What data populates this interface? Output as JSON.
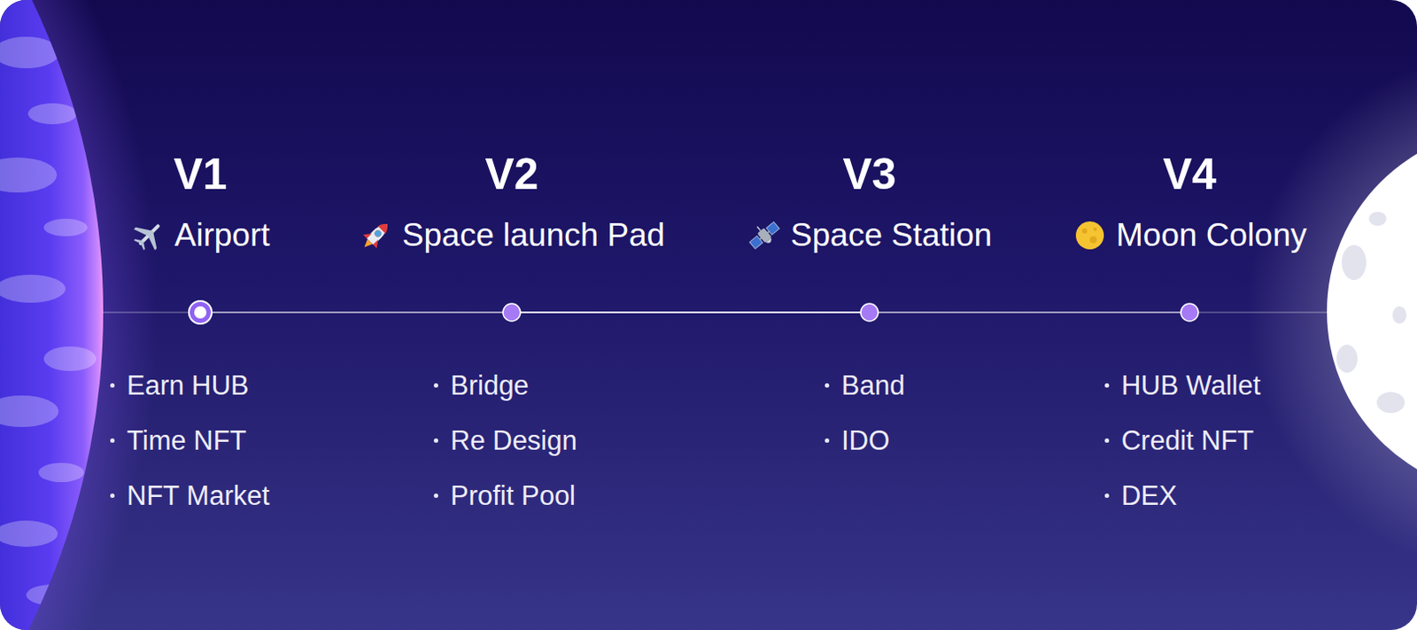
{
  "diagram": {
    "nodes": [
      {
        "text": [
          "V1",
          "Airport",
          "Earn HUB",
          "Time NFT",
          "NFT Market"
        ]
      },
      {
        "text": [
          "V2",
          "Space launch Pad",
          "Bridge",
          "Re Design",
          "Profit Pool"
        ]
      },
      {
        "text": [
          "V3",
          "Space Station",
          "Band",
          "IDO"
        ]
      },
      {
        "text": [
          "V4",
          "Moon Colony",
          "HUB Wallet",
          "Credit NFT",
          "DEX"
        ]
      }
    ]
  }
}
